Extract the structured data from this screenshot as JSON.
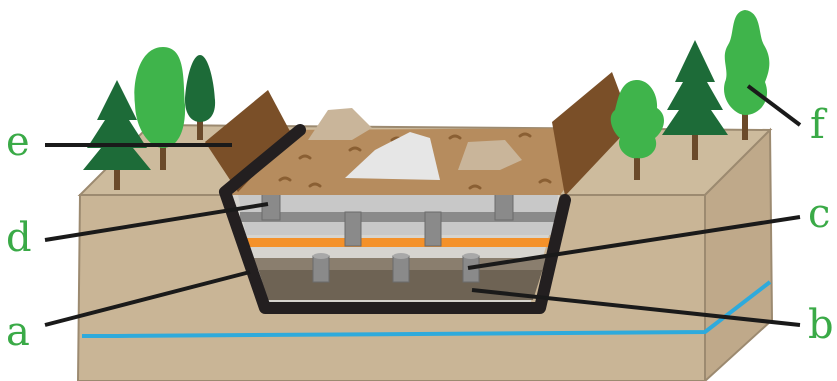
{
  "labels": {
    "a": "a",
    "b": "b",
    "c": "c",
    "d": "d",
    "e": "e",
    "f": "f"
  },
  "colors": {
    "label_text": "#3aaa47",
    "leader_line": "#1a1a1a",
    "ground": "#c9b596",
    "ground_side": "#bfa98a",
    "ground_top": "#cdbb9d",
    "ground_outline": "#9c8a70",
    "water_table": "#2eaadc",
    "liner": "#231f20",
    "cap_soil": "#b68c5e",
    "berm": "#7a4f28",
    "gravel_layer": "#c8c8c8",
    "pipe": "#8a8a8a",
    "orange_layer": "#f4912a",
    "bottom_gravel": "#6e6354",
    "tree_dark": "#1d6b38",
    "tree_light": "#3fb44b",
    "trunk": "#6b4a2a"
  }
}
